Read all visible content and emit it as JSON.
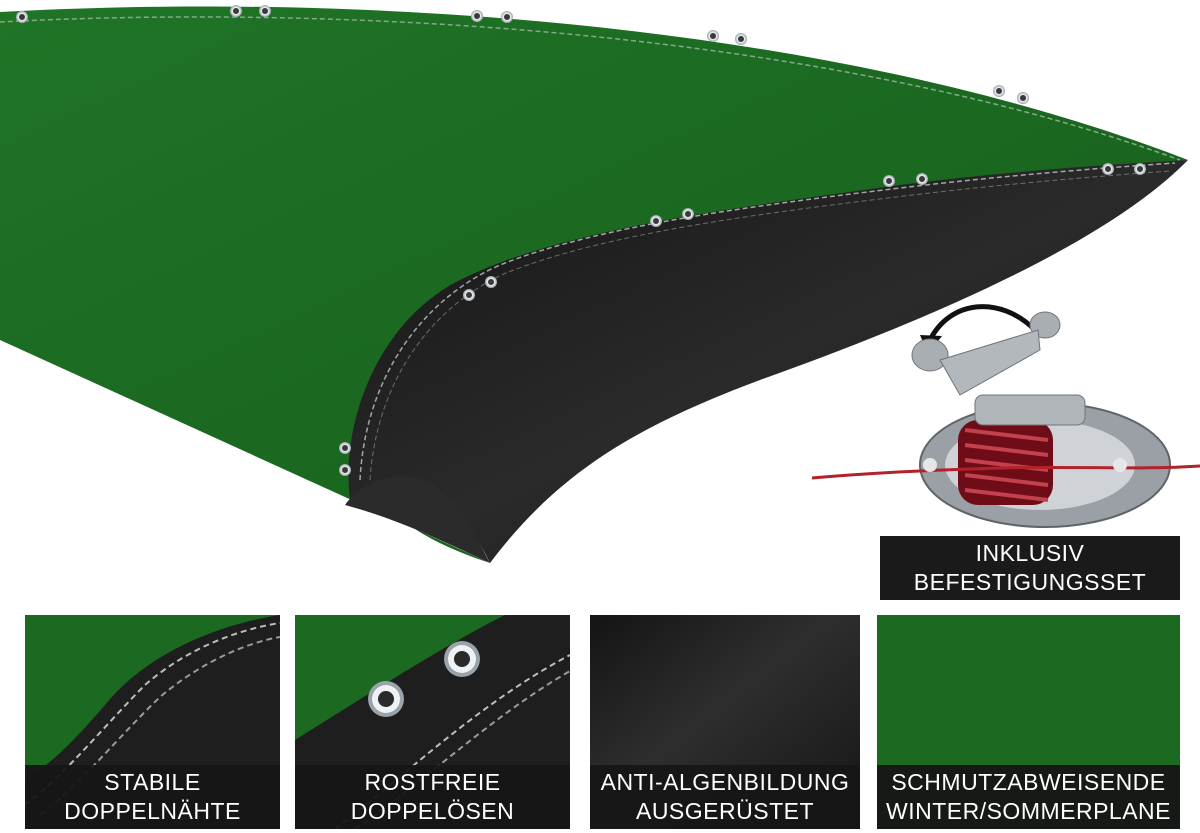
{
  "hero": {
    "colors": {
      "tarp_green": "#1c6a22",
      "tarp_black": "#1d1d1d",
      "grommet": "#d8dde3",
      "wire": "#b3212b"
    },
    "badge": {
      "line1": "INKLUSIV",
      "line2": "BEFESTIGUNGSSET"
    }
  },
  "features": [
    {
      "line1": "STABILE",
      "line2": "DOPPELNÄHTE",
      "icon": "stitched-seam"
    },
    {
      "line1": "ROSTFREIE",
      "line2": "DOPPELÖSEN",
      "icon": "steel-grommets"
    },
    {
      "line1": "ANTI-ALGENBILDUNG",
      "line2": "AUSGERÜSTET",
      "icon": "black-surface"
    },
    {
      "line1": "SCHMUTZABWEISENDE",
      "line2": "WINTER/SOMMERPLANE",
      "icon": "green-surface"
    }
  ]
}
